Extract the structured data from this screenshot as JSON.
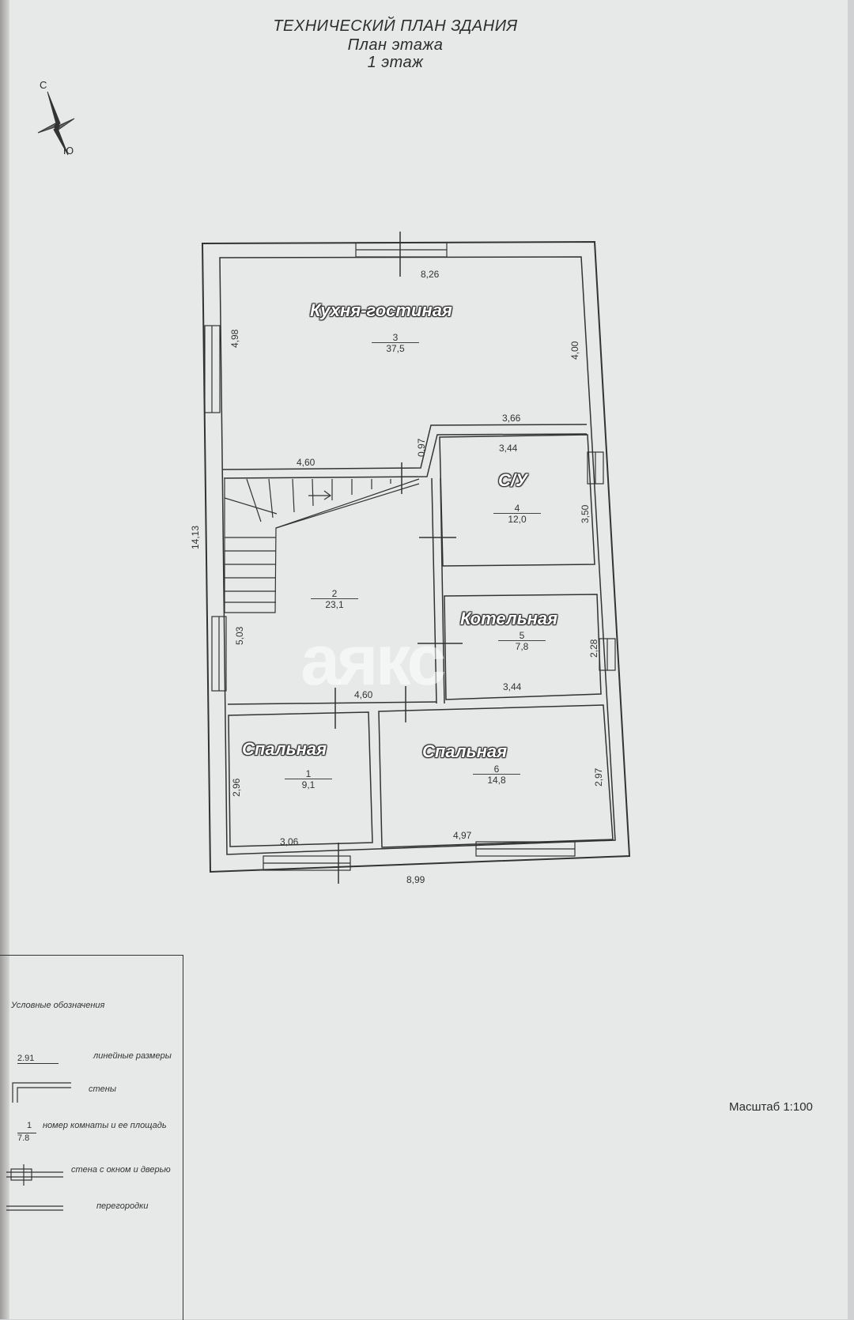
{
  "header": {
    "title": "ТЕХНИЧЕСКИЙ ПЛАН ЗДАНИЯ",
    "subtitle": "План этажа",
    "floor": "1 этаж"
  },
  "compass": {
    "north": "С",
    "south": "Ю"
  },
  "rooms": [
    {
      "name": "Кухня-гостиная",
      "number": "3",
      "area": "37,5"
    },
    {
      "name": "",
      "number": "2",
      "area": "23,1"
    },
    {
      "name": "С/У",
      "number": "4",
      "area": "12,0"
    },
    {
      "name": "Котельная",
      "number": "5",
      "area": "7,8"
    },
    {
      "name": "Спальная",
      "number": "1",
      "area": "9,1"
    },
    {
      "name": "Спальная",
      "number": "6",
      "area": "14,8"
    }
  ],
  "dimensions": {
    "top_width": "8,26",
    "kitchen_left": "4,98",
    "kitchen_right": "4,00",
    "kitchen_bottom_right": "3,66",
    "kitchen_bottom_left": "4,60",
    "corridor_gap": "0,97",
    "total_height": "14,13",
    "su_top": "3,44",
    "su_right": "3,50",
    "hall_left": "5,03",
    "boiler_right": "2,28",
    "boiler_bottom": "3,44",
    "hall_bottom": "4,60",
    "bed1_left": "2,96",
    "bed1_bottom": "3,06",
    "bed6_right": "2,97",
    "bed6_bottom": "4,97",
    "total_width": "8,99"
  },
  "watermark": "аякс",
  "legend": {
    "title": "Условные обозначения",
    "items": [
      {
        "sample": "2.91",
        "label": "линейные размеры"
      },
      {
        "sample": "",
        "label": "стены"
      },
      {
        "sample_top": "1",
        "sample_bottom": "7.8",
        "label": "номер комнаты и ее площадь"
      },
      {
        "sample": "",
        "label": "стена с окном и дверью"
      },
      {
        "sample": "",
        "label": "перегородки"
      }
    ]
  },
  "scale": "Масштаб 1:100"
}
